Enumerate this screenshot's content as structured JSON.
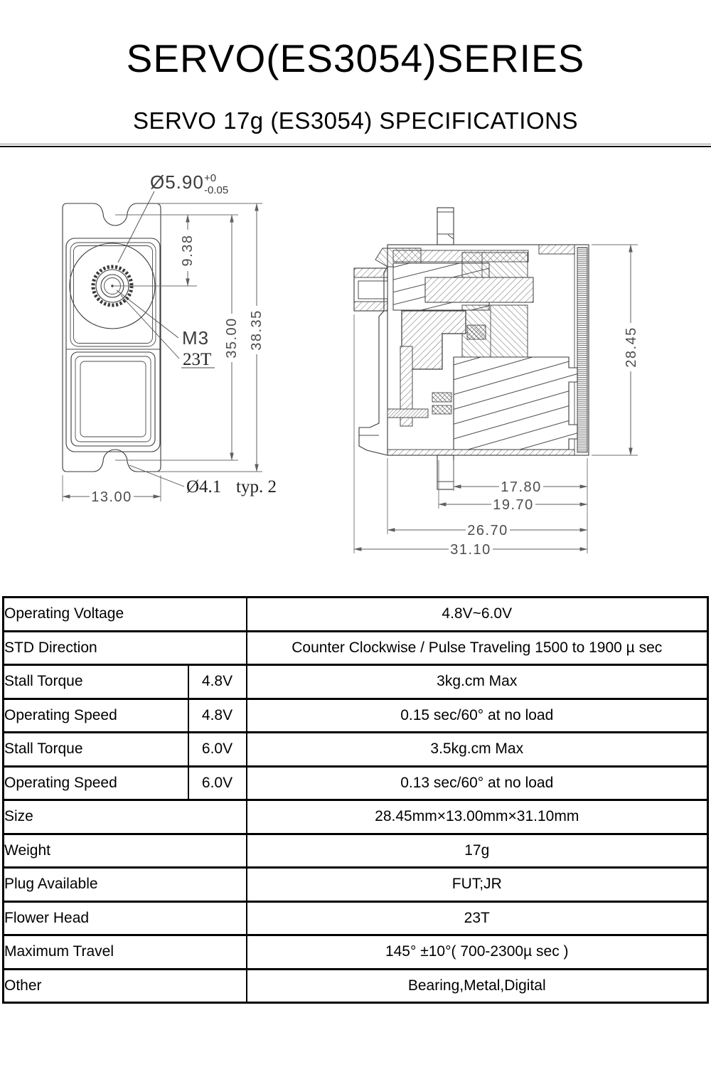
{
  "page": {
    "title": "SERVO(ES3054)SERIES",
    "subtitle": "SERVO 17g (ES3054) SPECIFICATIONS"
  },
  "front_view": {
    "dim_spline_diameter": "Ø5.90",
    "dim_tolerance_plus": "+0",
    "dim_tolerance_minus": "-0.05",
    "dim_center_offset": "9.38",
    "dim_mount_length": "35.00",
    "dim_overall_length": "38.35",
    "label_screw": "M3",
    "label_spline_teeth": "23T",
    "dim_width": "13.00",
    "dim_mount_hole": "Ø4.1",
    "dim_mount_hole_note": "typ. 2"
  },
  "side_view": {
    "dim_height": "28.45",
    "dim_body_a": "17.80",
    "dim_body_b": "19.70",
    "dim_body_c": "26.70",
    "dim_overall_width": "31.10"
  },
  "spec_table": {
    "rows": [
      {
        "label": "Operating Voltage",
        "voltage": "",
        "value": "4.8V~6.0V"
      },
      {
        "label": "STD Direction",
        "voltage": "",
        "value": "Counter Clockwise / Pulse Traveling 1500 to 1900 µ sec"
      },
      {
        "label": "Stall Torque",
        "voltage": "4.8V",
        "value": "3kg.cm Max"
      },
      {
        "label": "Operating Speed",
        "voltage": "4.8V",
        "value": "0.15 sec/60° at no load"
      },
      {
        "label": "Stall Torque",
        "voltage": "6.0V",
        "value": "3.5kg.cm Max"
      },
      {
        "label": "Operating Speed",
        "voltage": "6.0V",
        "value": "0.13 sec/60° at no load"
      },
      {
        "label": "Size",
        "voltage": "",
        "value": "28.45mm×13.00mm×31.10mm"
      },
      {
        "label": "Weight",
        "voltage": "",
        "value": "17g"
      },
      {
        "label": "Plug Available",
        "voltage": "",
        "value": "FUT;JR"
      },
      {
        "label": "Flower Head",
        "voltage": "",
        "value": "23T"
      },
      {
        "label": "Maximum Travel",
        "voltage": "",
        "value": "145° ±10°( 700-2300µ sec )"
      },
      {
        "label": "Other",
        "voltage": "",
        "value": "Bearing,Metal,Digital"
      }
    ]
  }
}
